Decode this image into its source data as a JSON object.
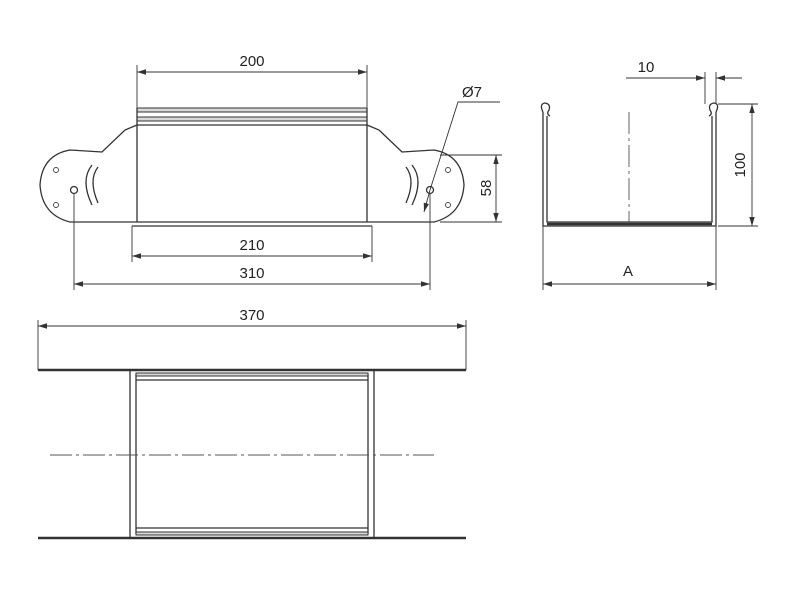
{
  "dimensions": {
    "top_width": "200",
    "inner_width": "210",
    "hole_spacing": "310",
    "height_side": "58",
    "hole_diameter": "Ø7",
    "flange": "10",
    "profile_height": "100",
    "profile_width": "A",
    "plan_width": "370"
  },
  "colors": {
    "line": "#333333",
    "fill": "#d9d9d9",
    "background": "#ffffff"
  }
}
